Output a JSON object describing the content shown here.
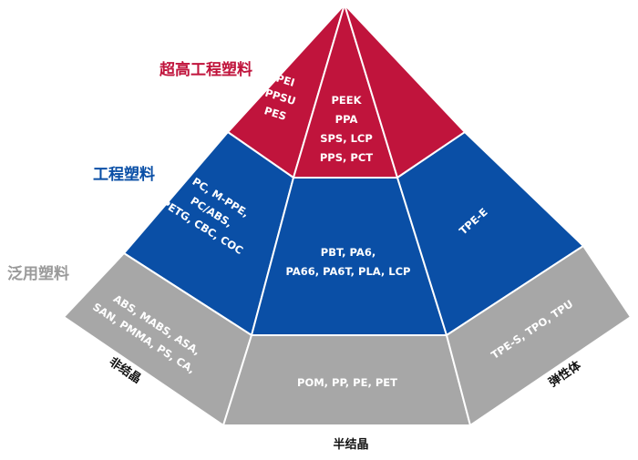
{
  "colors": {
    "top": "#c0143c",
    "middle": "#0a4fa6",
    "bottom": "#a7a7a7",
    "tier_top_label": "#c0143c",
    "tier_middle_label": "#0a4fa6",
    "tier_bottom_label": "#9a9a9a"
  },
  "tiers": {
    "top": "超高工程塑料",
    "middle": "工程塑料",
    "bottom": "泛用塑料"
  },
  "axes": {
    "left": "非结晶",
    "center": "半结晶",
    "right": "弹性体"
  },
  "materials": {
    "top_left": [
      "PEI",
      "PPSU",
      "PES"
    ],
    "top_center": [
      "PEEK",
      "PPA",
      "SPS, LCP",
      "PPS, PCT"
    ],
    "middle_left": [
      "PC, M-PPE,",
      "PC/ABS,",
      "PETG, CBC, COC"
    ],
    "middle_center": [
      "PBT, PA6,",
      "PA66, PA6T, PLA, LCP"
    ],
    "middle_right": [
      "TPE-E"
    ],
    "bottom_left": [
      "ABS, MABS, ASA,",
      "SAN,  PMMA, PS, CA,"
    ],
    "bottom_center": [
      "POM, PP, PE, PET"
    ],
    "bottom_right": [
      "TPE-S, TPO, TPU"
    ]
  }
}
